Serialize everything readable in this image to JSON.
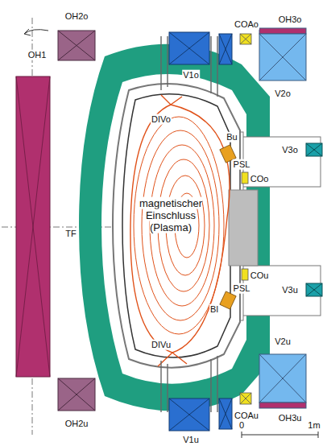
{
  "diagram": {
    "labels": [
      "OH2o",
      "V1o",
      "COAo",
      "OH3o",
      "V2o",
      "OH1",
      "V3o",
      "V3u",
      "TF",
      "magnetischer Einschluss (Plasma)",
      "DIVo",
      "Bu",
      "PSL",
      "COo",
      "COu",
      "PSL",
      "Bl",
      "DIVu",
      "V2u",
      "COAu",
      "OH3u",
      "OH2u",
      "V1u",
      "0",
      "1m"
    ]
  }
}
